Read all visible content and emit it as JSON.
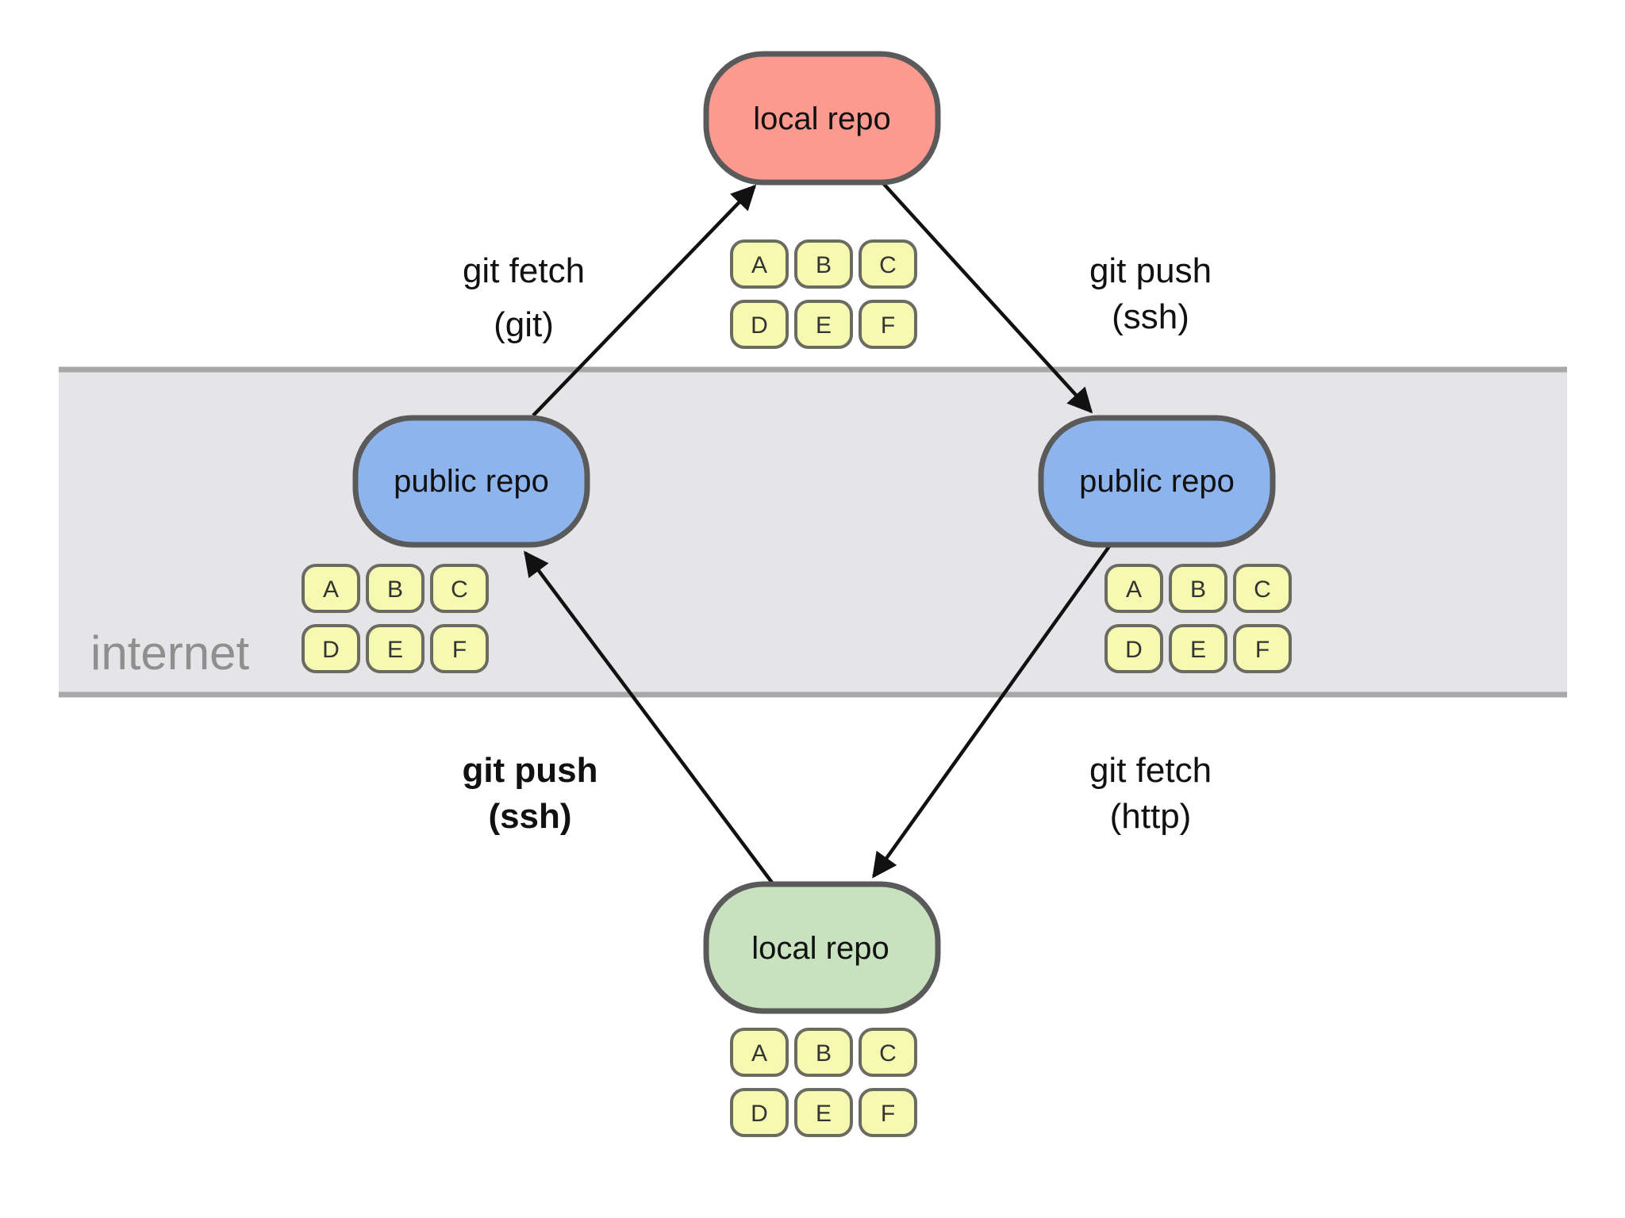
{
  "zone": {
    "label": "internet",
    "band_color": "#e5e5e8",
    "border_color": "#a8a8a8"
  },
  "nodes": [
    {
      "id": "local-top",
      "label": "local repo",
      "color": "#fd9a90",
      "commits": [
        "A",
        "B",
        "C",
        "D",
        "E",
        "F"
      ]
    },
    {
      "id": "public-left",
      "label": "public repo",
      "color": "#8db4ec",
      "commits": [
        "A",
        "B",
        "C",
        "D",
        "E",
        "F"
      ]
    },
    {
      "id": "public-right",
      "label": "public repo",
      "color": "#8db4ec",
      "commits": [
        "A",
        "B",
        "C",
        "D",
        "E",
        "F"
      ]
    },
    {
      "id": "local-bottom",
      "label": "local repo",
      "color": "#c8e1bf",
      "commits": [
        "A",
        "B",
        "C",
        "D",
        "E",
        "F"
      ]
    }
  ],
  "edges": [
    {
      "from": "public-left",
      "to": "local-top",
      "command": "git fetch",
      "protocol": "(git)",
      "bold": false
    },
    {
      "from": "local-top",
      "to": "public-right",
      "command": "git push",
      "protocol": "(ssh)",
      "bold": false
    },
    {
      "from": "local-bottom",
      "to": "public-left",
      "command": "git push",
      "protocol": "(ssh)",
      "bold": true
    },
    {
      "from": "public-right",
      "to": "local-bottom",
      "command": "git fetch",
      "protocol": "(http)",
      "bold": false
    }
  ],
  "commit_color": "#f5fab0"
}
